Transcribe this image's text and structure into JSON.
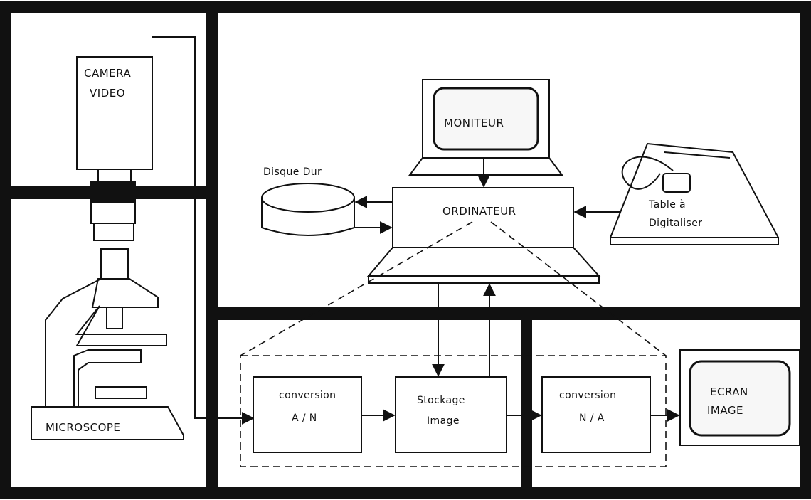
{
  "labels": {
    "camera": [
      "CAMERA",
      "VIDEO"
    ],
    "microscope": "MICROSCOPE",
    "moniteur": "MONITEUR",
    "disque": "Disque Dur",
    "ordinateur": "ORDINATEUR",
    "table": [
      "Table  à",
      "Digitaliser"
    ],
    "conv_an": [
      "conversion",
      "A / N"
    ],
    "stockage": [
      "Stockage",
      "Image"
    ],
    "conv_na": [
      "conversion",
      "N / A"
    ],
    "ecran": [
      "ECRAN",
      "IMAGE"
    ]
  },
  "colors": {
    "line": "#111111",
    "background": "#ffffff",
    "screen_fill": "#f7f7f7"
  }
}
